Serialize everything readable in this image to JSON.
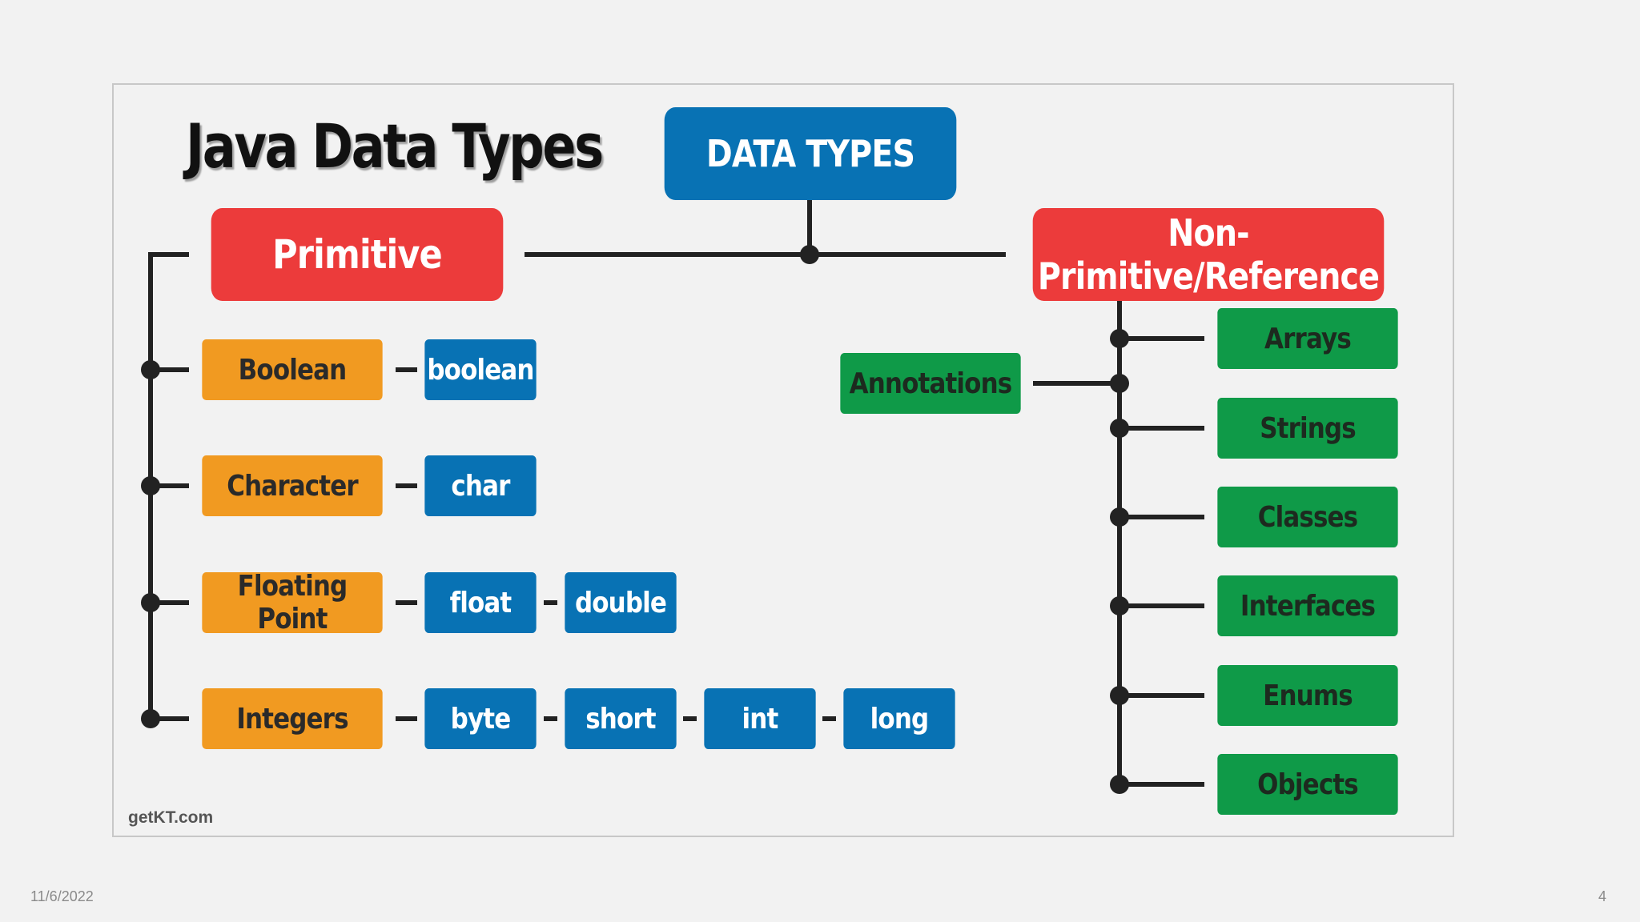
{
  "title": "Java Data Types",
  "source": "getKT.com",
  "footer": {
    "date": "11/6/2022",
    "page": "4"
  },
  "colors": {
    "root": "#0872b4",
    "category": "#ec3b3b",
    "group": "#f19a21",
    "leaf": "#0872b4",
    "reference": "#0f9a48",
    "connector": "#222222"
  },
  "diagram": {
    "root": "DATA TYPES",
    "primitive": {
      "label": "Primitive",
      "groups": [
        {
          "label": "Boolean",
          "types": [
            "boolean"
          ]
        },
        {
          "label": "Character",
          "types": [
            "char"
          ]
        },
        {
          "label": "Floating Point",
          "types": [
            "float",
            "double"
          ]
        },
        {
          "label": "Integers",
          "types": [
            "byte",
            "short",
            "int",
            "long"
          ]
        }
      ]
    },
    "non_primitive": {
      "label": "Non-Primitive/Reference",
      "annotations": "Annotations",
      "types": [
        "Arrays",
        "Strings",
        "Classes",
        "Interfaces",
        "Enums",
        "Objects"
      ]
    }
  }
}
